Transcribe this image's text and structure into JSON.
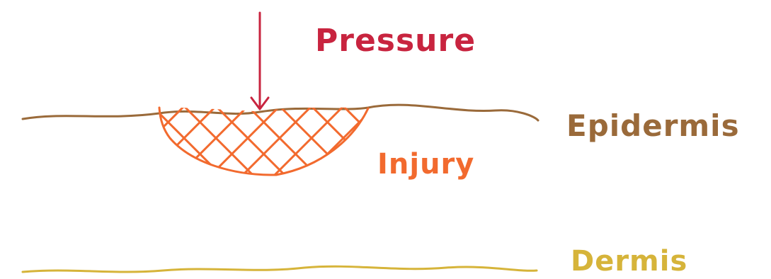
{
  "labels": {
    "pressure": "Pressure",
    "epidermis": "Epidermis",
    "injury": "Injury",
    "dermis": "Dermis"
  },
  "colors": {
    "pressure": "#c8243f",
    "epidermis": "#9a6a3a",
    "injury": "#f26a2e",
    "dermis": "#d6b43a"
  }
}
